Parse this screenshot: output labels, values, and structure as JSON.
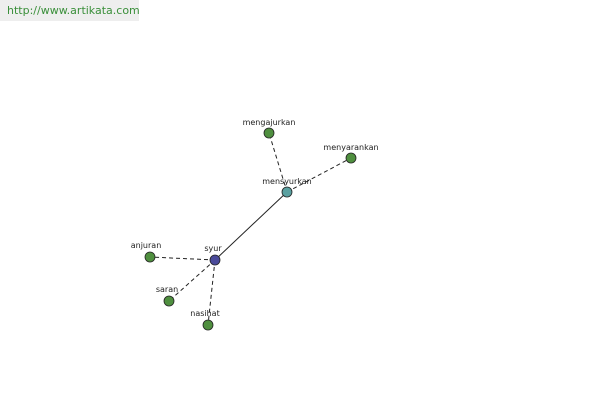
{
  "site": {
    "url_text": "http://www.artikata.com"
  },
  "colors": {
    "center_node": "#4a4a9a",
    "hub_node": "#5aa0a0",
    "leaf_node": "#4f8f3f",
    "url_text": "#3a8f3a",
    "url_background": "#eeeeee"
  },
  "graph": {
    "nodes": [
      {
        "id": "syur",
        "label": "syur",
        "kind": "center"
      },
      {
        "id": "mensyurkan",
        "label": "mensyurkan",
        "kind": "hub"
      },
      {
        "id": "mengajurkan",
        "label": "mengajurkan",
        "kind": "leaf"
      },
      {
        "id": "menyarankan",
        "label": "menyarankan",
        "kind": "leaf"
      },
      {
        "id": "anjuran",
        "label": "anjuran",
        "kind": "leaf"
      },
      {
        "id": "saran",
        "label": "saran",
        "kind": "leaf"
      },
      {
        "id": "nasihat",
        "label": "nasihat",
        "kind": "leaf"
      }
    ],
    "edges": [
      {
        "from": "syur",
        "to": "mensyurkan",
        "style": "solid"
      },
      {
        "from": "mensyurkan",
        "to": "mengajurkan",
        "style": "dashed"
      },
      {
        "from": "mensyurkan",
        "to": "menyarankan",
        "style": "dashed"
      },
      {
        "from": "syur",
        "to": "anjuran",
        "style": "dashed"
      },
      {
        "from": "syur",
        "to": "saran",
        "style": "dashed"
      },
      {
        "from": "syur",
        "to": "nasihat",
        "style": "dashed"
      }
    ]
  }
}
